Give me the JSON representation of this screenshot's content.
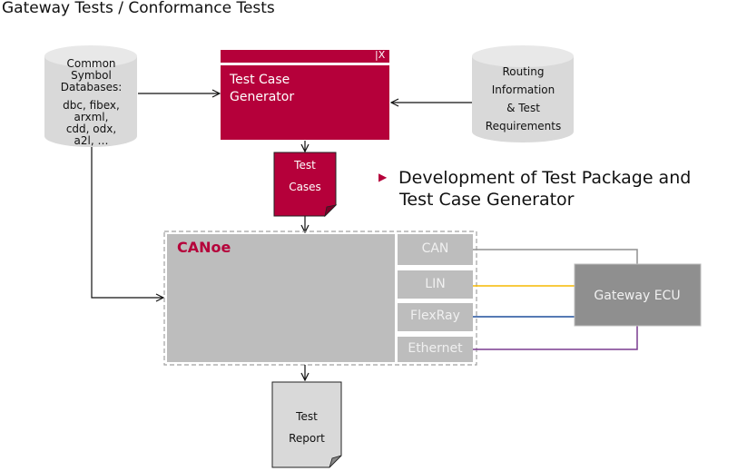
{
  "title": "Gateway Tests / Conformance Tests",
  "colors": {
    "brand": "#b5003a",
    "cylinder_fill": "#d9d9d9",
    "canoe_fill": "#bdbdbd",
    "ecu_fill": "#8f8f8f",
    "can_line": "#909090",
    "lin_line": "#f5b800",
    "flexray_line": "#1f4e9c",
    "ethernet_line": "#7a3b8f"
  },
  "symbol_databases": {
    "heading": [
      "Common",
      "Symbol",
      "Databases:"
    ],
    "formats": [
      "dbc, fibex,",
      "arxml,",
      "cdd, odx,",
      "a2l, …"
    ]
  },
  "test_case_generator": {
    "close_label": "|X",
    "label_line1": "Test Case",
    "label_line2": "Generator"
  },
  "routing_info": {
    "lines": [
      "Routing",
      "Information",
      "& Test",
      "Requirements"
    ]
  },
  "test_cases": {
    "line1": "Test",
    "line2": "Cases"
  },
  "bullet": {
    "icon": "triangle-right-icon",
    "glyph": "▶",
    "line1": "Development of Test Package and",
    "line2": "Test Case Generator"
  },
  "canoe": {
    "label": "CANoe",
    "buses": [
      "CAN",
      "LIN",
      "FlexRay",
      "Ethernet"
    ]
  },
  "gateway_ecu": {
    "label": "Gateway ECU"
  },
  "test_report": {
    "line1": "Test",
    "line2": "Report"
  }
}
